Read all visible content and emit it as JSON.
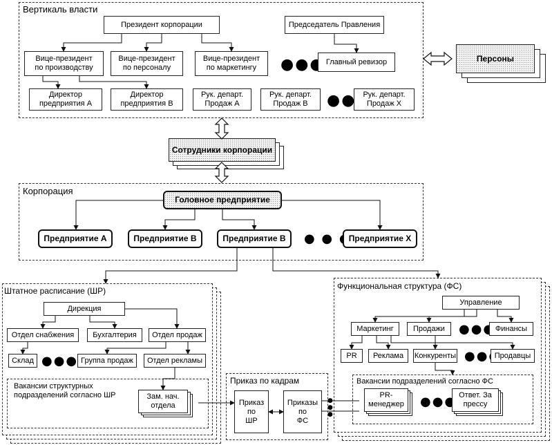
{
  "vertical": {
    "title": "Вертикаль власти",
    "president": "Президент корпорации",
    "chairman": "Председатель Правления",
    "vp_production": "Вице-президент\nпо производству",
    "vp_personnel": "Вице-президент\nпо персоналу",
    "vp_marketing": "Вице-президент\nпо маркетингу",
    "chief_auditor": "Главный ревизор",
    "dir_a": "Директор\nпредприятия А",
    "dir_b": "Директор\nпредприятия В",
    "sales_a": "Рук. департ.\nПродаж А",
    "sales_b": "Рук. департ.\nПродаж В",
    "sales_x": "Рук. департ.\nПродаж Х",
    "ellipsis": "●●●"
  },
  "persons": {
    "label": "Персоны"
  },
  "employees": {
    "label": "Сотрудники корпорации"
  },
  "corporation": {
    "title": "Корпорация",
    "head": "Головное предприятие",
    "ent_a": "Предприятие А",
    "ent_b1": "Предприятие В",
    "ent_b2": "Предприятие В",
    "ent_x": "Предприятие Х",
    "ellipsis": "● ● ●"
  },
  "staff": {
    "title": "Штатное расписание (ШР)",
    "directorate": "Дирекция",
    "supply": "Отдел снабжения",
    "accounting": "Бухгалтерия",
    "sales_dept": "Отдел продаж",
    "warehouse": "Склад",
    "sales_group": "Группа продаж",
    "ads_dept": "Отдел рекламы",
    "vacancies": "Вакансии структурных\nподразделений согласно ШР",
    "deputy": "Зам. нач.\nотдела",
    "ellipsis": "●●●"
  },
  "order": {
    "title": "Приказ по кадрам",
    "by_sr": "Приказ\nпо\nШР",
    "by_fs": "Приказы\nпо\nФС"
  },
  "functional": {
    "title": "Функциональная структура (ФС)",
    "management": "Управление",
    "marketing": "Маркетинг",
    "sales": "Продажи",
    "finance": "Финансы",
    "pr": "PR",
    "ads": "Реклама",
    "competitors": "Конкуренты",
    "sellers": "Продавцы",
    "vacancies": "Вакансии подразделений согласно ФС",
    "pr_manager": "PR-\nменеджер",
    "press": "Ответ. За\nпрессу",
    "ellipsis": "●●●",
    "dots_vertical": "●\n●\n●"
  }
}
